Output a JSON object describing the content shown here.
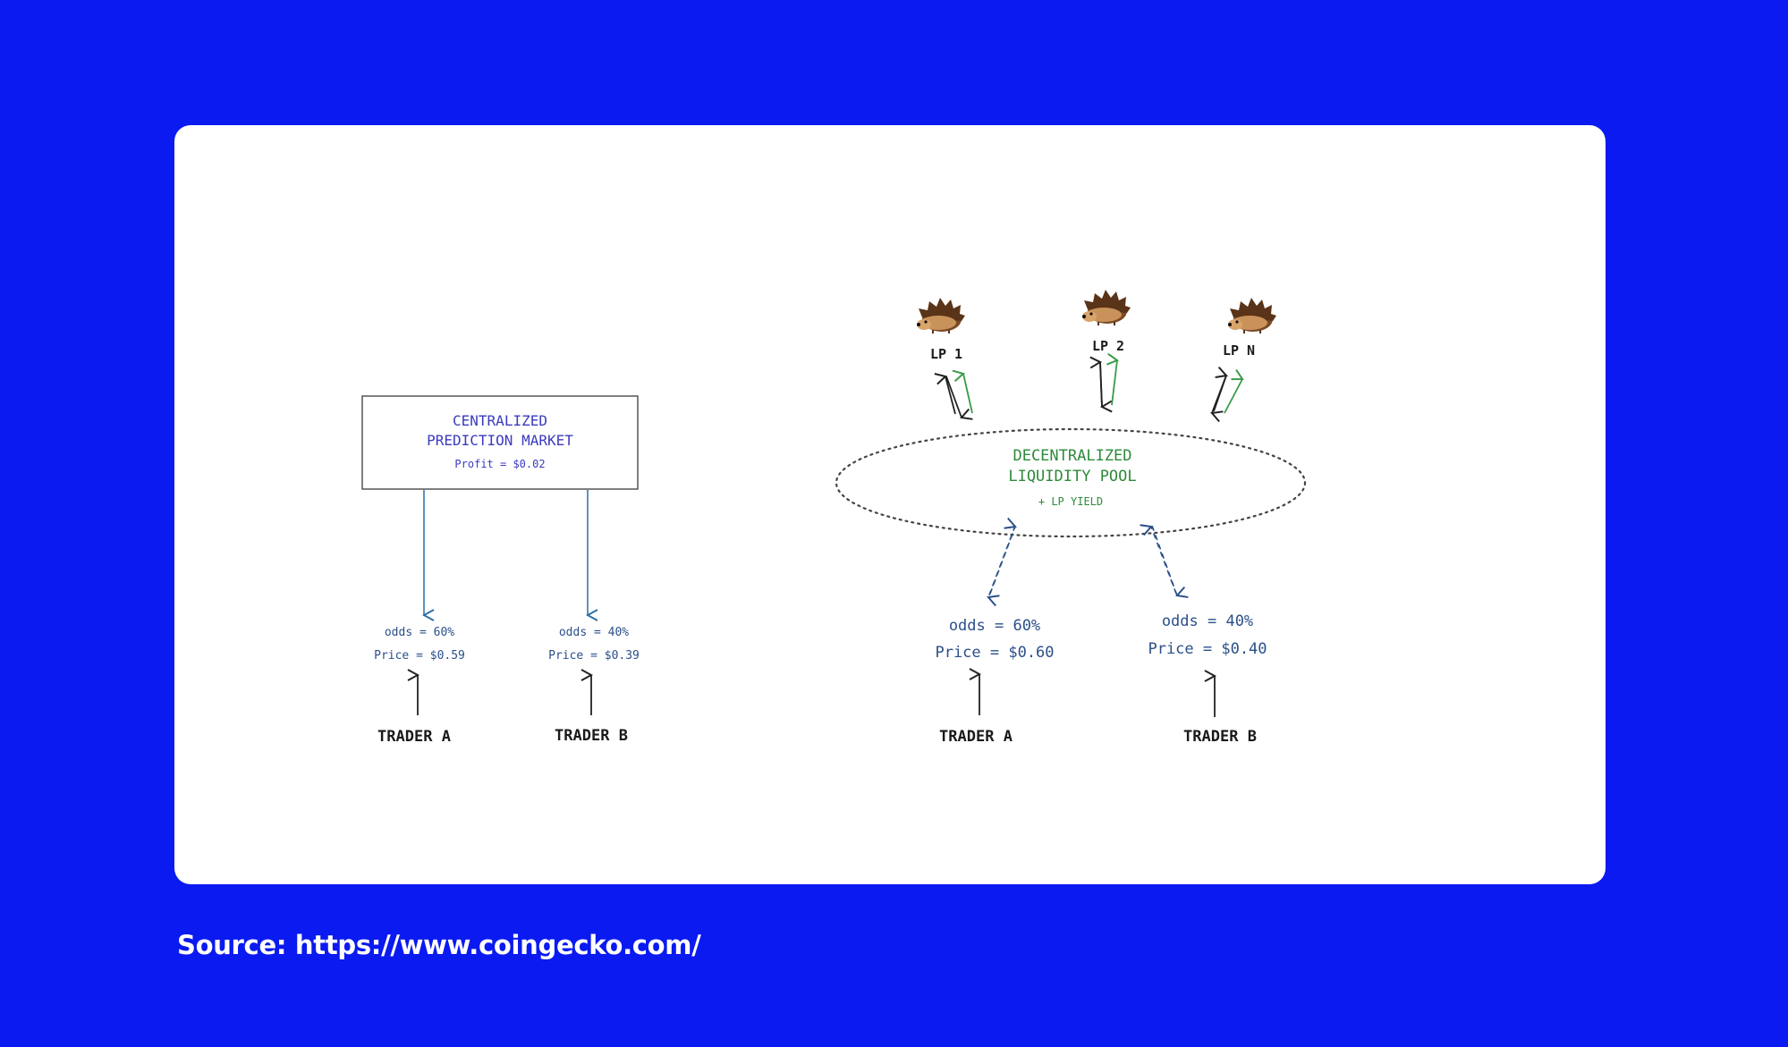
{
  "left": {
    "box_title_1": "CENTRALIZED",
    "box_title_2": "PREDICTION MARKET",
    "box_profit": "Profit = $0.02",
    "trader_a": {
      "odds": "odds = 60%",
      "price": "Price = $0.59",
      "name": "TRADER A"
    },
    "trader_b": {
      "odds": "odds = 40%",
      "price": "Price = $0.39",
      "name": "TRADER B"
    }
  },
  "right": {
    "lps": [
      {
        "label": "LP 1"
      },
      {
        "label": "LP 2"
      },
      {
        "label": "LP N"
      }
    ],
    "pool_title_1": "DECENTRALIZED",
    "pool_title_2": "LIQUIDITY POOL",
    "pool_yield": "+ LP YIELD",
    "trader_a": {
      "odds": "odds = 60%",
      "price": "Price = $0.60",
      "name": "TRADER A"
    },
    "trader_b": {
      "odds": "odds = 40%",
      "price": "Price = $0.40",
      "name": "TRADER B"
    }
  },
  "source": "Source: https://www.coingecko.com/",
  "colors": {
    "background": "#0a1af0",
    "card": "#ffffff",
    "box_text": "#3b3bbf",
    "blue_arrow": "#2b6fa8",
    "pool_text": "#2e8a3a",
    "trader_text": "#1a1a1a"
  },
  "icons": [
    "hedgehog-icon"
  ]
}
